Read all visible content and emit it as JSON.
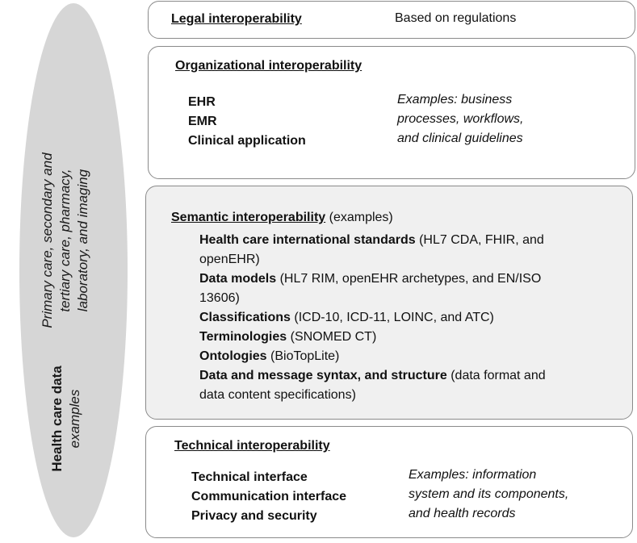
{
  "sidebar": {
    "care_label_lines": [
      "Primary care, secondary and",
      "tertiary care, pharmacy,",
      "laboratory, and imaging"
    ],
    "health_data_title": "Health care data",
    "health_data_sub": "examples"
  },
  "legal": {
    "heading": "Legal interoperability",
    "note": "Based on regulations"
  },
  "organizational": {
    "heading": "Organizational interoperability",
    "items": [
      "EHR",
      "EMR",
      "Clinical application"
    ],
    "examples_lines": [
      "Examples: business",
      "processes, workflows,",
      "and clinical guidelines"
    ]
  },
  "semantic": {
    "heading": "Semantic interoperability",
    "heading_suffix": " (examples)",
    "items": [
      {
        "bold": "Health care international standards",
        "rest": " (HL7 CDA, FHIR, and",
        "cont": "openEHR)"
      },
      {
        "bold": "Data models",
        "rest": " (HL7 RIM, openEHR archetypes, and EN/ISO",
        "cont": "13606)"
      },
      {
        "bold": "Classifications",
        "rest": " (ICD-10, ICD-11, LOINC, and ATC)",
        "cont": ""
      },
      {
        "bold": "Terminologies",
        "rest": " (SNOMED CT)",
        "cont": ""
      },
      {
        "bold": "Ontologies",
        "rest": " (BioTopLite)",
        "cont": ""
      },
      {
        "bold": "Data and message syntax, and structure",
        "rest": " (data format and",
        "cont": "data content specifications)"
      }
    ]
  },
  "technical": {
    "heading": "Technical interoperability",
    "items": [
      "Technical interface",
      "Communication interface",
      "Privacy and security"
    ],
    "examples_lines": [
      "Examples: information",
      "system and its components,",
      "and health records"
    ]
  }
}
